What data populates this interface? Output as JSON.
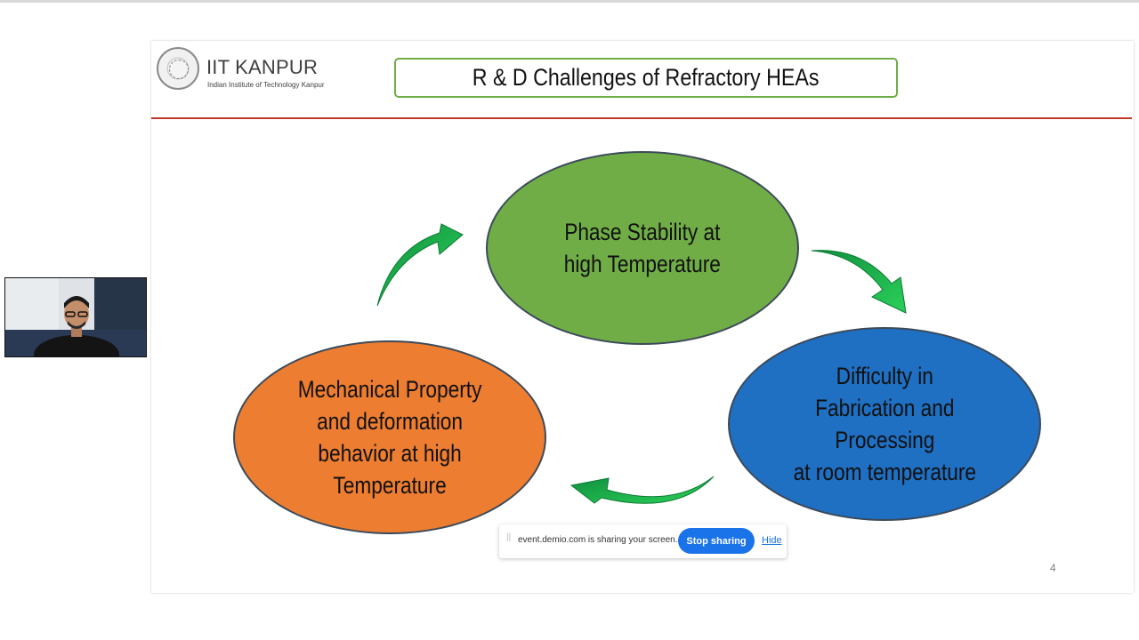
{
  "slide": {
    "logo": {
      "name": "IIT KANPUR",
      "subtitle": "Indian Institute of Technology Kanpur"
    },
    "title": "R & D  Challenges of Refractory HEAs",
    "cycle": [
      {
        "label": "Phase Stability at\nhigh Temperature",
        "color": "#70ad47"
      },
      {
        "label": "Difficulty in\nFabrication and\nProcessing\nat room temperature",
        "color": "#1f6fc2"
      },
      {
        "label": "Mechanical Property\nand deformation\nbehavior at high\nTemperature",
        "color": "#ed7d31"
      }
    ],
    "arrow_color": "#1aa64a",
    "page_number": "4"
  },
  "share_bar": {
    "message": "event.demio.com is sharing your screen.",
    "stop_label": "Stop sharing",
    "hide_label": "Hide"
  },
  "colors": {
    "title_border": "#70ad47",
    "header_rule": "#c0392b",
    "stop_button": "#1a73e8"
  }
}
